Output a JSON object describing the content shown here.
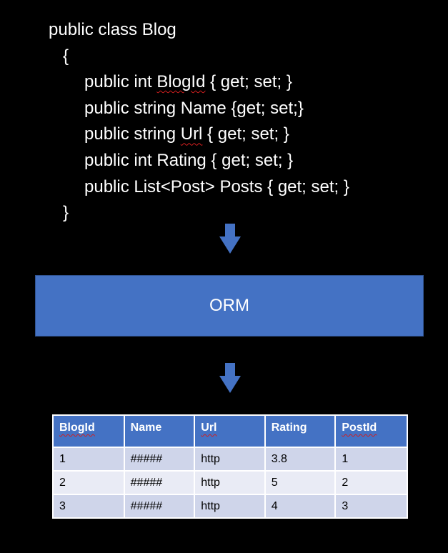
{
  "code": {
    "line1": "public class Blog",
    "line2": "{",
    "line3_pre": "public int ",
    "line3_word": "BlogId",
    "line3_post": " { get; set; }",
    "line4": "public string Name {get; set;}",
    "line5_pre": "public string ",
    "line5_word": "Url",
    "line5_post": " { get; set; }",
    "line6": "public int Rating { get; set; }",
    "line7": "public List<Post> Posts { get; set; }",
    "line8": "}"
  },
  "orm": {
    "label": "ORM",
    "color": "#4472c4"
  },
  "table": {
    "headers": [
      "BlogId",
      "Name",
      "Url",
      "Rating",
      "PostId"
    ],
    "rows": [
      [
        "1",
        "#####",
        "http",
        "3.8",
        "1"
      ],
      [
        "2",
        "#####",
        "http",
        "5",
        "2"
      ],
      [
        "3",
        "#####",
        "http",
        "4",
        "3"
      ]
    ],
    "header_color": "#4472c4",
    "row_colors": [
      "#cfd5ea",
      "#e9ebf5"
    ]
  },
  "icons": {
    "arrow": "arrow-down-icon"
  }
}
